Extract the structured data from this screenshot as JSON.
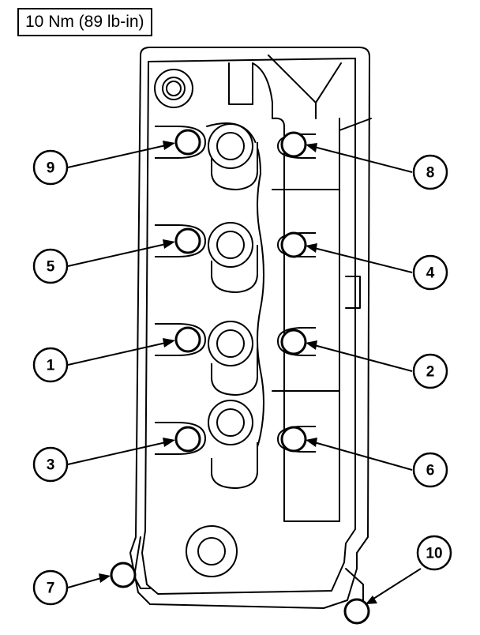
{
  "spec": {
    "label": "10 Nm (89 lb-in)"
  },
  "callouts": [
    {
      "num": "1"
    },
    {
      "num": "2"
    },
    {
      "num": "3"
    },
    {
      "num": "4"
    },
    {
      "num": "5"
    },
    {
      "num": "6"
    },
    {
      "num": "7"
    },
    {
      "num": "8"
    },
    {
      "num": "9"
    },
    {
      "num": "10"
    }
  ]
}
